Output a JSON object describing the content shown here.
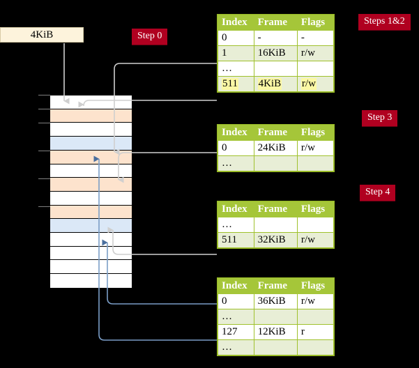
{
  "source_box": {
    "label": "4KiB"
  },
  "badges": [
    {
      "id": "step0",
      "label": "Step 0"
    },
    {
      "id": "steps12",
      "label": "Steps 1&2"
    },
    {
      "id": "step3",
      "label": "Step 3"
    },
    {
      "id": "step4",
      "label": "Step 4"
    }
  ],
  "colors": {
    "badge_bg": "#b00020",
    "badge_text": "#ffffff",
    "table_header_bg": "#a5c639",
    "table_alt_row_bg": "#e8eed6",
    "table_border": "#9fc12c",
    "highlight": "#fbf8a5",
    "mem_white": "#ffffff",
    "mem_peach": "#fde3cd",
    "mem_blue": "#dbe8f7",
    "source_box_bg": "#fdf3dc",
    "wire_gray": "#c9c9c9",
    "wire_blue": "#7b9ec7",
    "arrow_gray": "#cfcfcf",
    "arrow_blue": "#4a6f9e"
  },
  "tables": [
    {
      "name": "page-table-level-1",
      "headers": [
        "Index",
        "Frame",
        "Flags"
      ],
      "rows": [
        {
          "cells": [
            "0",
            "-",
            "-"
          ],
          "style": "plain",
          "highlight": [
            false,
            false,
            false
          ]
        },
        {
          "cells": [
            "1",
            "16KiB",
            "r/w"
          ],
          "style": "alt",
          "highlight": [
            false,
            false,
            false
          ]
        },
        {
          "cells": [
            "…",
            "",
            ""
          ],
          "style": "plain",
          "highlight": [
            false,
            false,
            false
          ]
        },
        {
          "cells": [
            "511",
            "4KiB",
            "r/w"
          ],
          "style": "alt",
          "highlight": [
            true,
            true,
            true
          ]
        }
      ]
    },
    {
      "name": "page-table-level-2",
      "headers": [
        "Index",
        "Frame",
        "Flags"
      ],
      "rows": [
        {
          "cells": [
            "0",
            "24KiB",
            "r/w"
          ],
          "style": "plain",
          "highlight": [
            false,
            false,
            false
          ]
        },
        {
          "cells": [
            "…",
            "",
            ""
          ],
          "style": "alt",
          "highlight": [
            false,
            false,
            false
          ]
        }
      ]
    },
    {
      "name": "page-table-level-3",
      "headers": [
        "Index",
        "Frame",
        "Flags"
      ],
      "rows": [
        {
          "cells": [
            "…",
            "",
            ""
          ],
          "style": "plain",
          "highlight": [
            false,
            false,
            false
          ]
        },
        {
          "cells": [
            "511",
            "32KiB",
            "r/w"
          ],
          "style": "alt",
          "highlight": [
            false,
            false,
            false
          ]
        }
      ]
    },
    {
      "name": "page-table-level-4",
      "headers": [
        "Index",
        "Frame",
        "Flags"
      ],
      "rows": [
        {
          "cells": [
            "0",
            "36KiB",
            "r/w"
          ],
          "style": "plain",
          "highlight": [
            false,
            false,
            false
          ]
        },
        {
          "cells": [
            "…",
            "",
            ""
          ],
          "style": "alt",
          "highlight": [
            false,
            false,
            false
          ]
        },
        {
          "cells": [
            "127",
            "12KiB",
            "r"
          ],
          "style": "plain",
          "highlight": [
            false,
            false,
            false
          ]
        },
        {
          "cells": [
            "…",
            "",
            ""
          ],
          "style": "alt",
          "highlight": [
            false,
            false,
            false
          ]
        }
      ]
    }
  ],
  "memory_column": {
    "name": "physical-memory-frames",
    "rows": [
      {
        "fill": "white"
      },
      {
        "fill": "peach"
      },
      {
        "fill": "white"
      },
      {
        "fill": "blue"
      },
      {
        "fill": "peach"
      },
      {
        "fill": "white"
      },
      {
        "fill": "peach"
      },
      {
        "fill": "white"
      },
      {
        "fill": "peach"
      },
      {
        "fill": "blue"
      },
      {
        "fill": "white"
      },
      {
        "fill": "white"
      },
      {
        "fill": "white"
      },
      {
        "fill": "white"
      }
    ]
  }
}
